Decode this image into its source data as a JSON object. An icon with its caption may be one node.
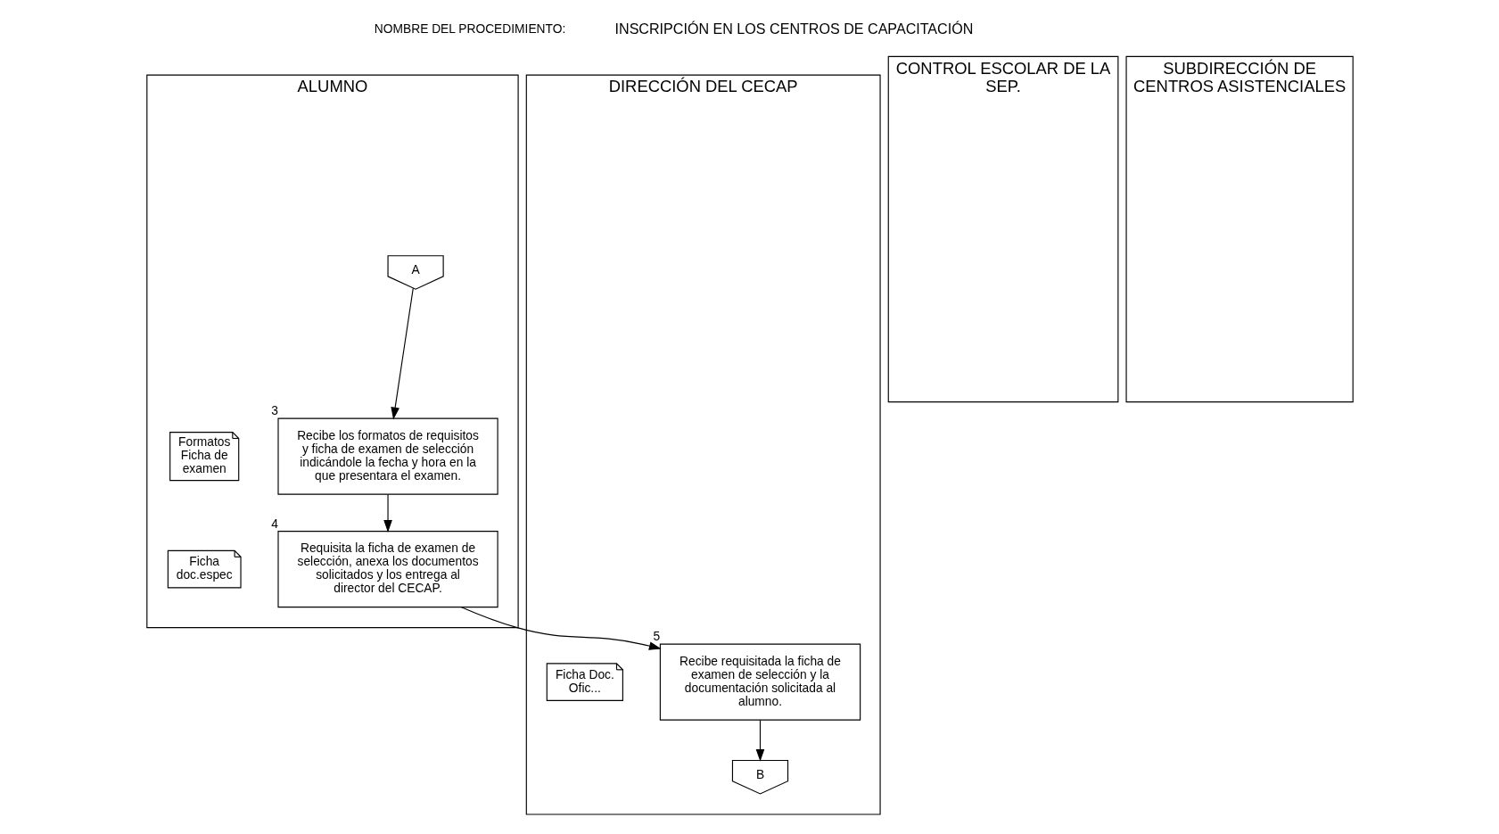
{
  "diagram": {
    "nodes": [
      {
        "text": [
          "ALUMNO"
        ]
      },
      {
        "text": [
          "A"
        ],
        "in": 0
      },
      {
        "text": [
          "Recibe los formatos de requisitos y ficha de examen de selección indicándole la fecha y hora en la que presentara el examen."
        ],
        "in": 0,
        "beside": [
          "3"
        ]
      },
      {
        "text": [
          "Formatos Ficha de examen"
        ],
        "in": 0
      },
      {
        "text": [
          "Requisita la ficha de examen de selección, anexa los documentos solicitados y los entrega al director del CECAP."
        ],
        "in": 0,
        "beside": [
          "4"
        ]
      },
      {
        "text": [
          "Ficha doc.espec"
        ],
        "in": 0
      },
      {
        "text": [
          "DIRECCIÓN DEL CECAP"
        ]
      },
      {
        "text": [
          "Recibe requisitada la ficha de examen de selección y la documentación solicitada al alumno."
        ],
        "in": 6,
        "beside": [
          "5"
        ]
      },
      {
        "text": [
          "Ficha Doc. Ofic..."
        ],
        "in": 6
      },
      {
        "text": [
          "B"
        ],
        "in": 6
      },
      {
        "text": [
          "CONTROL ESCOLAR DE LA SEP."
        ]
      },
      {
        "text": [
          "SUBDIRECCIÓN DE CENTROS ASISTENCIALES"
        ]
      }
    ],
    "edges": [
      {
        "from": 1,
        "to": 2,
        "arrow": "to"
      },
      {
        "from": 2,
        "to": 4,
        "arrow": "to"
      },
      {
        "from": 4,
        "to": 7,
        "arrow": "to"
      },
      {
        "from": 7,
        "to": 9,
        "arrow": "to"
      }
    ],
    "labels": [
      "NOMBRE DEL PROCEDIMIENTO:",
      "INSCRIPCIÓN EN LOS CENTROS DE CAPACITACIÓN"
    ]
  }
}
